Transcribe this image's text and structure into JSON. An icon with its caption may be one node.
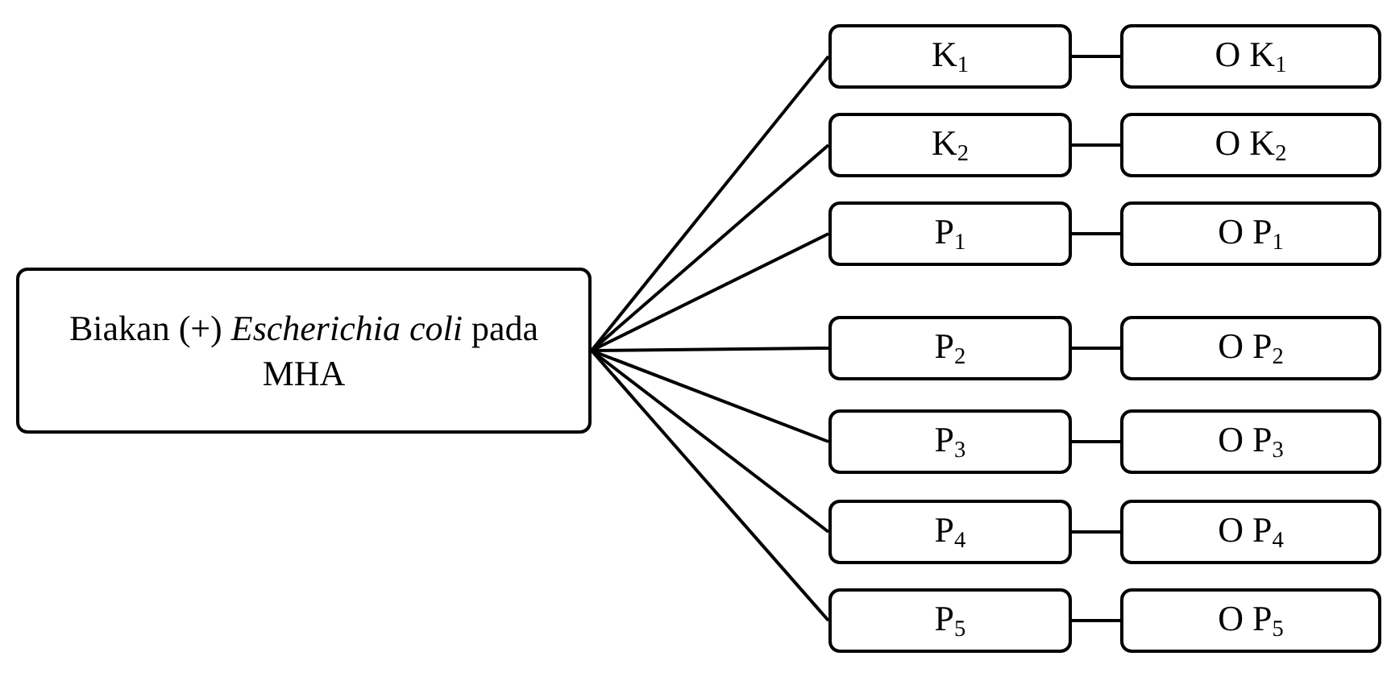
{
  "diagram": {
    "nodes": [
      {
        "text": [
          "Biakan (+) *Escherichia coli* pada MHA"
        ]
      },
      {
        "text": [
          "K$_{1}$"
        ]
      },
      {
        "text": [
          "O K$_{1}$"
        ]
      },
      {
        "text": [
          "K$_{2}$"
        ]
      },
      {
        "text": [
          "O K$_{2}$"
        ]
      },
      {
        "text": [
          "P$_{1}$"
        ]
      },
      {
        "text": [
          "O P$_{1}$"
        ]
      },
      {
        "text": [
          "P$_{2}$"
        ]
      },
      {
        "text": [
          "O P$_{2}$"
        ]
      },
      {
        "text": [
          "P$_{3}$"
        ]
      },
      {
        "text": [
          "O P$_{3}$"
        ]
      },
      {
        "text": [
          "P$_{4}$"
        ]
      },
      {
        "text": [
          "O P$_{4}$"
        ]
      },
      {
        "text": [
          "P$_{5}$"
        ]
      },
      {
        "text": [
          "O P$_{5}$"
        ]
      }
    ],
    "edges": [
      {
        "from": 0,
        "to": 1,
        "arrow": "none"
      },
      {
        "from": 1,
        "to": 2,
        "arrow": "none"
      },
      {
        "from": 0,
        "to": 3,
        "arrow": "none"
      },
      {
        "from": 3,
        "to": 4,
        "arrow": "none"
      },
      {
        "from": 0,
        "to": 5,
        "arrow": "none"
      },
      {
        "from": 5,
        "to": 6,
        "arrow": "none"
      },
      {
        "from": 0,
        "to": 7,
        "arrow": "none"
      },
      {
        "from": 7,
        "to": 8,
        "arrow": "none"
      },
      {
        "from": 0,
        "to": 9,
        "arrow": "none"
      },
      {
        "from": 9,
        "to": 10,
        "arrow": "none"
      },
      {
        "from": 0,
        "to": 11,
        "arrow": "none"
      },
      {
        "from": 11,
        "to": 12,
        "arrow": "none"
      },
      {
        "from": 0,
        "to": 13,
        "arrow": "none"
      },
      {
        "from": 13,
        "to": 14,
        "arrow": "none"
      }
    ]
  }
}
